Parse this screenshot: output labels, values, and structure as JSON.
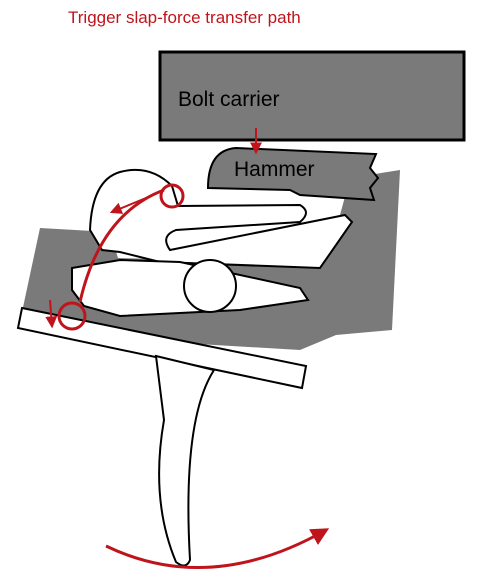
{
  "title": "Trigger slap-force transfer path",
  "labels": {
    "bolt_carrier": "Bolt carrier",
    "hammer": "Hammer"
  },
  "colors": {
    "annotation": "#c0141c",
    "part_fill": "#7a7a7a",
    "outline": "#000000",
    "background": "#ffffff"
  }
}
